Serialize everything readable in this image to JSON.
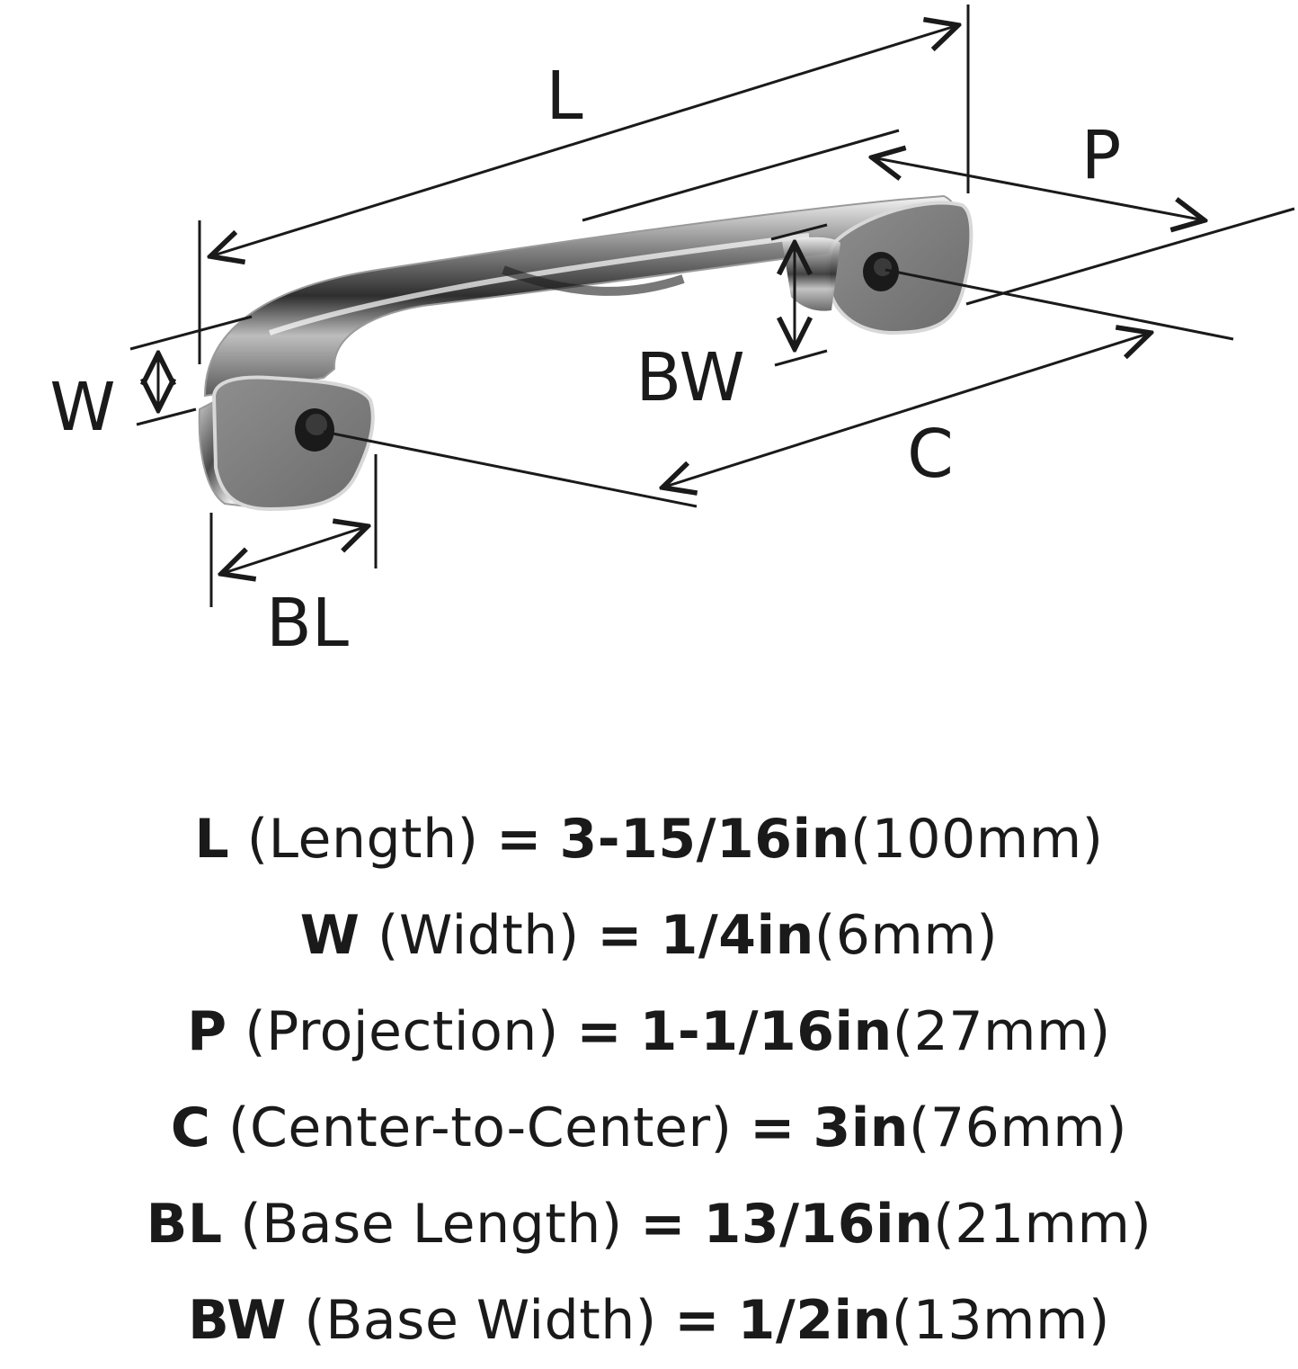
{
  "diagram": {
    "labels": {
      "L": "L",
      "P": "P",
      "W": "W",
      "BW": "BW",
      "C": "C",
      "BL": "BL"
    },
    "colors": {
      "line": "#1a1a1a",
      "metal_dark": "#3a3a3a",
      "metal_mid": "#8c8c8c",
      "metal_light": "#e6e6e6",
      "base_face": "#7a7a7a"
    }
  },
  "specs": [
    {
      "code": "L",
      "name": "(Length)",
      "eq": "=",
      "imperial": "3-15/16in",
      "metric": "(100mm)"
    },
    {
      "code": "W",
      "name": "(Width)",
      "eq": "=",
      "imperial": "1/4in",
      "metric": "(6mm)"
    },
    {
      "code": "P",
      "name": "(Projection)",
      "eq": "=",
      "imperial": "1-1/16in",
      "metric": "(27mm)"
    },
    {
      "code": "C",
      "name": "(Center-to-Center)",
      "eq": "=",
      "imperial": "3in",
      "metric": "(76mm)"
    },
    {
      "code": "BL",
      "name": "(Base Length)",
      "eq": "=",
      "imperial": "13/16in",
      "metric": "(21mm)"
    },
    {
      "code": "BW",
      "name": "(Base Width)",
      "eq": "=",
      "imperial": "1/2in",
      "metric": "(13mm)"
    }
  ]
}
